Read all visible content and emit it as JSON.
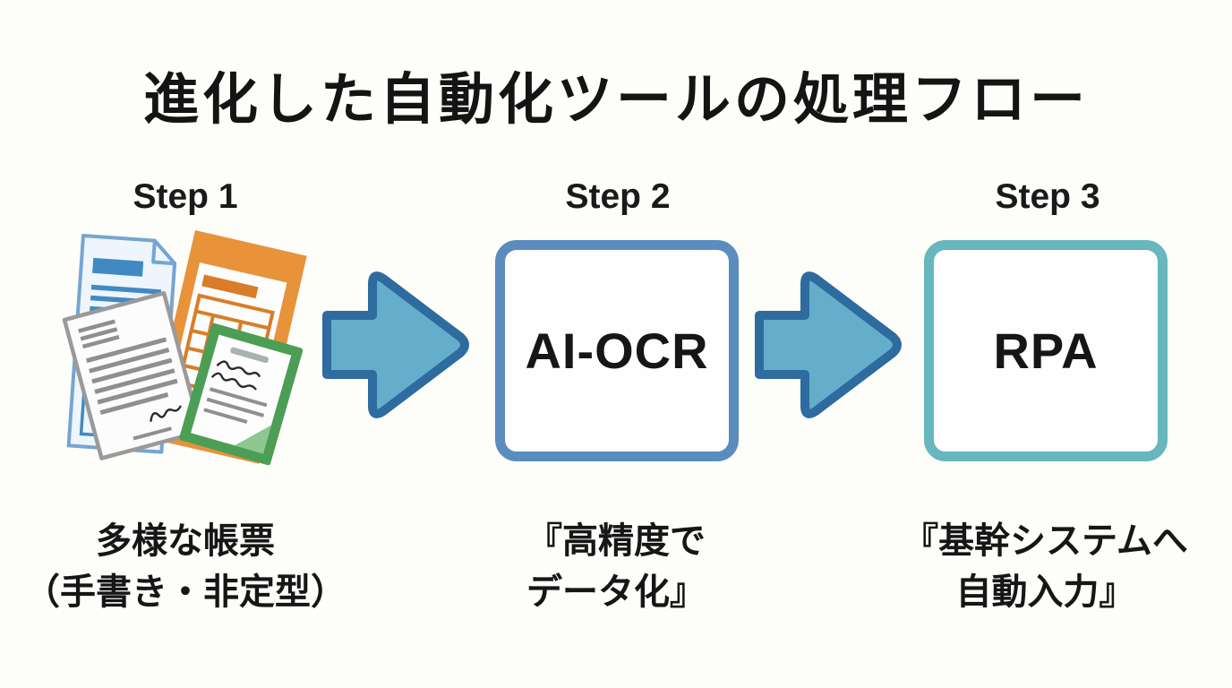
{
  "page": {
    "title": "進化した自動化ツールの処理フロー"
  },
  "steps": [
    {
      "label": "Step 1",
      "illustration": "documents-stack-icon",
      "caption_line1": "多様な帳票",
      "caption_line2": "（手書き・非定型）"
    },
    {
      "label": "Step 2",
      "box_text": "AI-OCR",
      "caption_line1": "『高精度で",
      "caption_line2": "データ化』"
    },
    {
      "label": "Step 3",
      "box_text": "RPA",
      "caption_line1": "『基幹システムへ",
      "caption_line2": "自動入力』"
    }
  ],
  "colors": {
    "background": "#fdfdfa",
    "text": "#1c1c1c",
    "step2_border": "#5b8cbe",
    "step3_border": "#68b6be",
    "arrow_fill": "#64aecb",
    "arrow_stroke": "#2e6b9e",
    "doc_blue": "#4189c2",
    "doc_blue_outline": "#76a5d2",
    "doc_blue_fill": "#eef5fc",
    "doc_orange": "#e8923a",
    "doc_orange_dark": "#d97d28",
    "doc_gray": "#9a9a9a",
    "doc_gray_line": "#8f8f8f",
    "doc_green": "#4d9e55",
    "doc_green_light": "#8cc690",
    "signature_ink": "#2b2b2b"
  }
}
